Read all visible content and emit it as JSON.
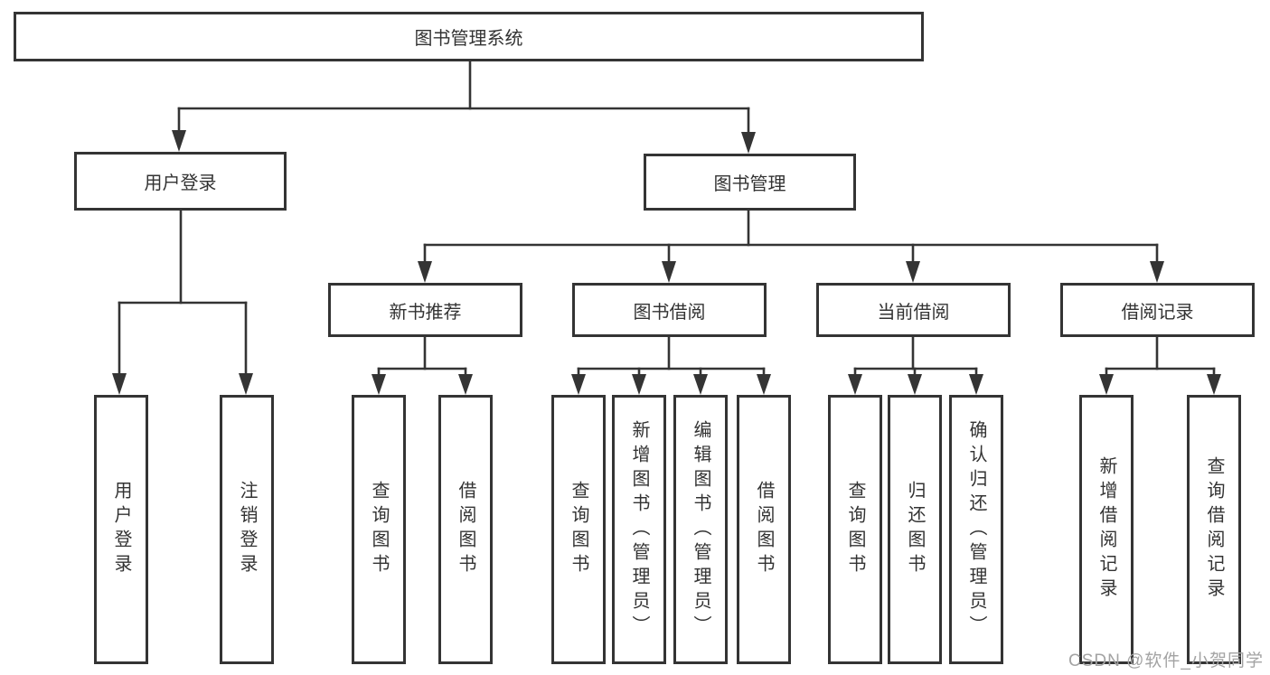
{
  "diagram": {
    "root": {
      "label": "图书管理系统"
    },
    "level2": {
      "user_login": {
        "label": "用户登录",
        "children": [
          {
            "label": "用户登录"
          },
          {
            "label": "注销登录"
          }
        ]
      },
      "book_management": {
        "label": "图书管理"
      }
    },
    "level3": {
      "new_book_recommend": {
        "label": "新书推荐",
        "children": [
          {
            "label": "查询图书"
          },
          {
            "label": "借阅图书"
          }
        ]
      },
      "book_borrowing": {
        "label": "图书借阅",
        "children": [
          {
            "label": "查询图书"
          },
          {
            "label": "新增图书（管理员）"
          },
          {
            "label": "编辑图书（管理员）"
          },
          {
            "label": "借阅图书"
          }
        ]
      },
      "current_borrowing": {
        "label": "当前借阅",
        "children": [
          {
            "label": "查询图书"
          },
          {
            "label": "归还图书"
          },
          {
            "label": "确认归还（管理员）"
          }
        ]
      },
      "borrow_records": {
        "label": "借阅记录",
        "children": [
          {
            "label": "新增借阅记录"
          },
          {
            "label": "查询借阅记录"
          }
        ]
      }
    },
    "watermark": "CSDN @软件_小贺同学"
  },
  "colors": {
    "line": "#343434",
    "text": "#333333",
    "watermark": "#a3a3a3",
    "background": "#ffffff"
  }
}
